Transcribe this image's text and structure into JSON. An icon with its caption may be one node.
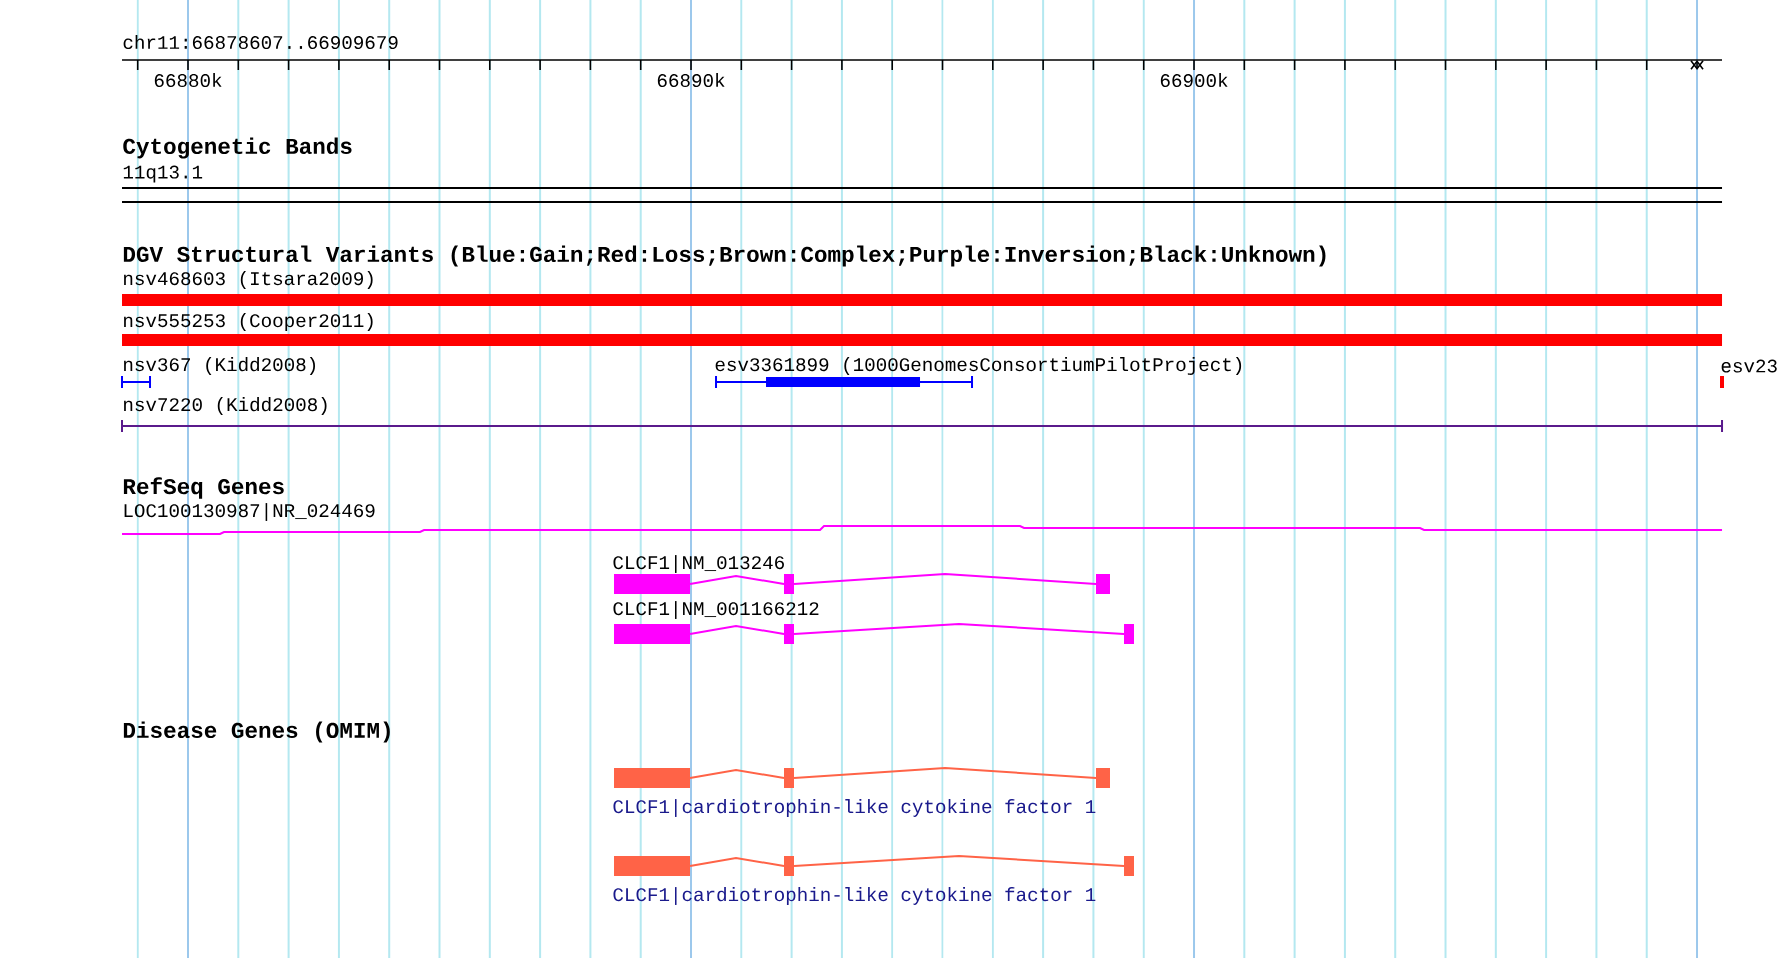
{
  "diagram": {
    "labels": [
      "chr11:66878607..66909679",
      "66880k",
      "66890k",
      "66900k",
      "Cytogenetic Bands",
      "11q13.1",
      "DGV Structural Variants (Blue:Gain;Red:Loss;Brown:Complex;Purple:Inversion;Black:Unknown)",
      "nsv468603 (Itsara2009)",
      "nsv555253 (Cooper2011)",
      "nsv367 (Kidd2008)",
      "esv3361899 (1000GenomesConsortiumPilotProject)",
      "esv23",
      "nsv7220 (Kidd2008)",
      "RefSeq Genes",
      "LOC100130987|NR_024469",
      "CLCF1|NM_013246",
      "CLCF1|NM_001166212",
      "Disease Genes (OMIM)",
      "CLCF1|cardiotrophin-like cytokine factor 1",
      "CLCF1|cardiotrophin-like cytokine factor 1"
    ]
  }
}
